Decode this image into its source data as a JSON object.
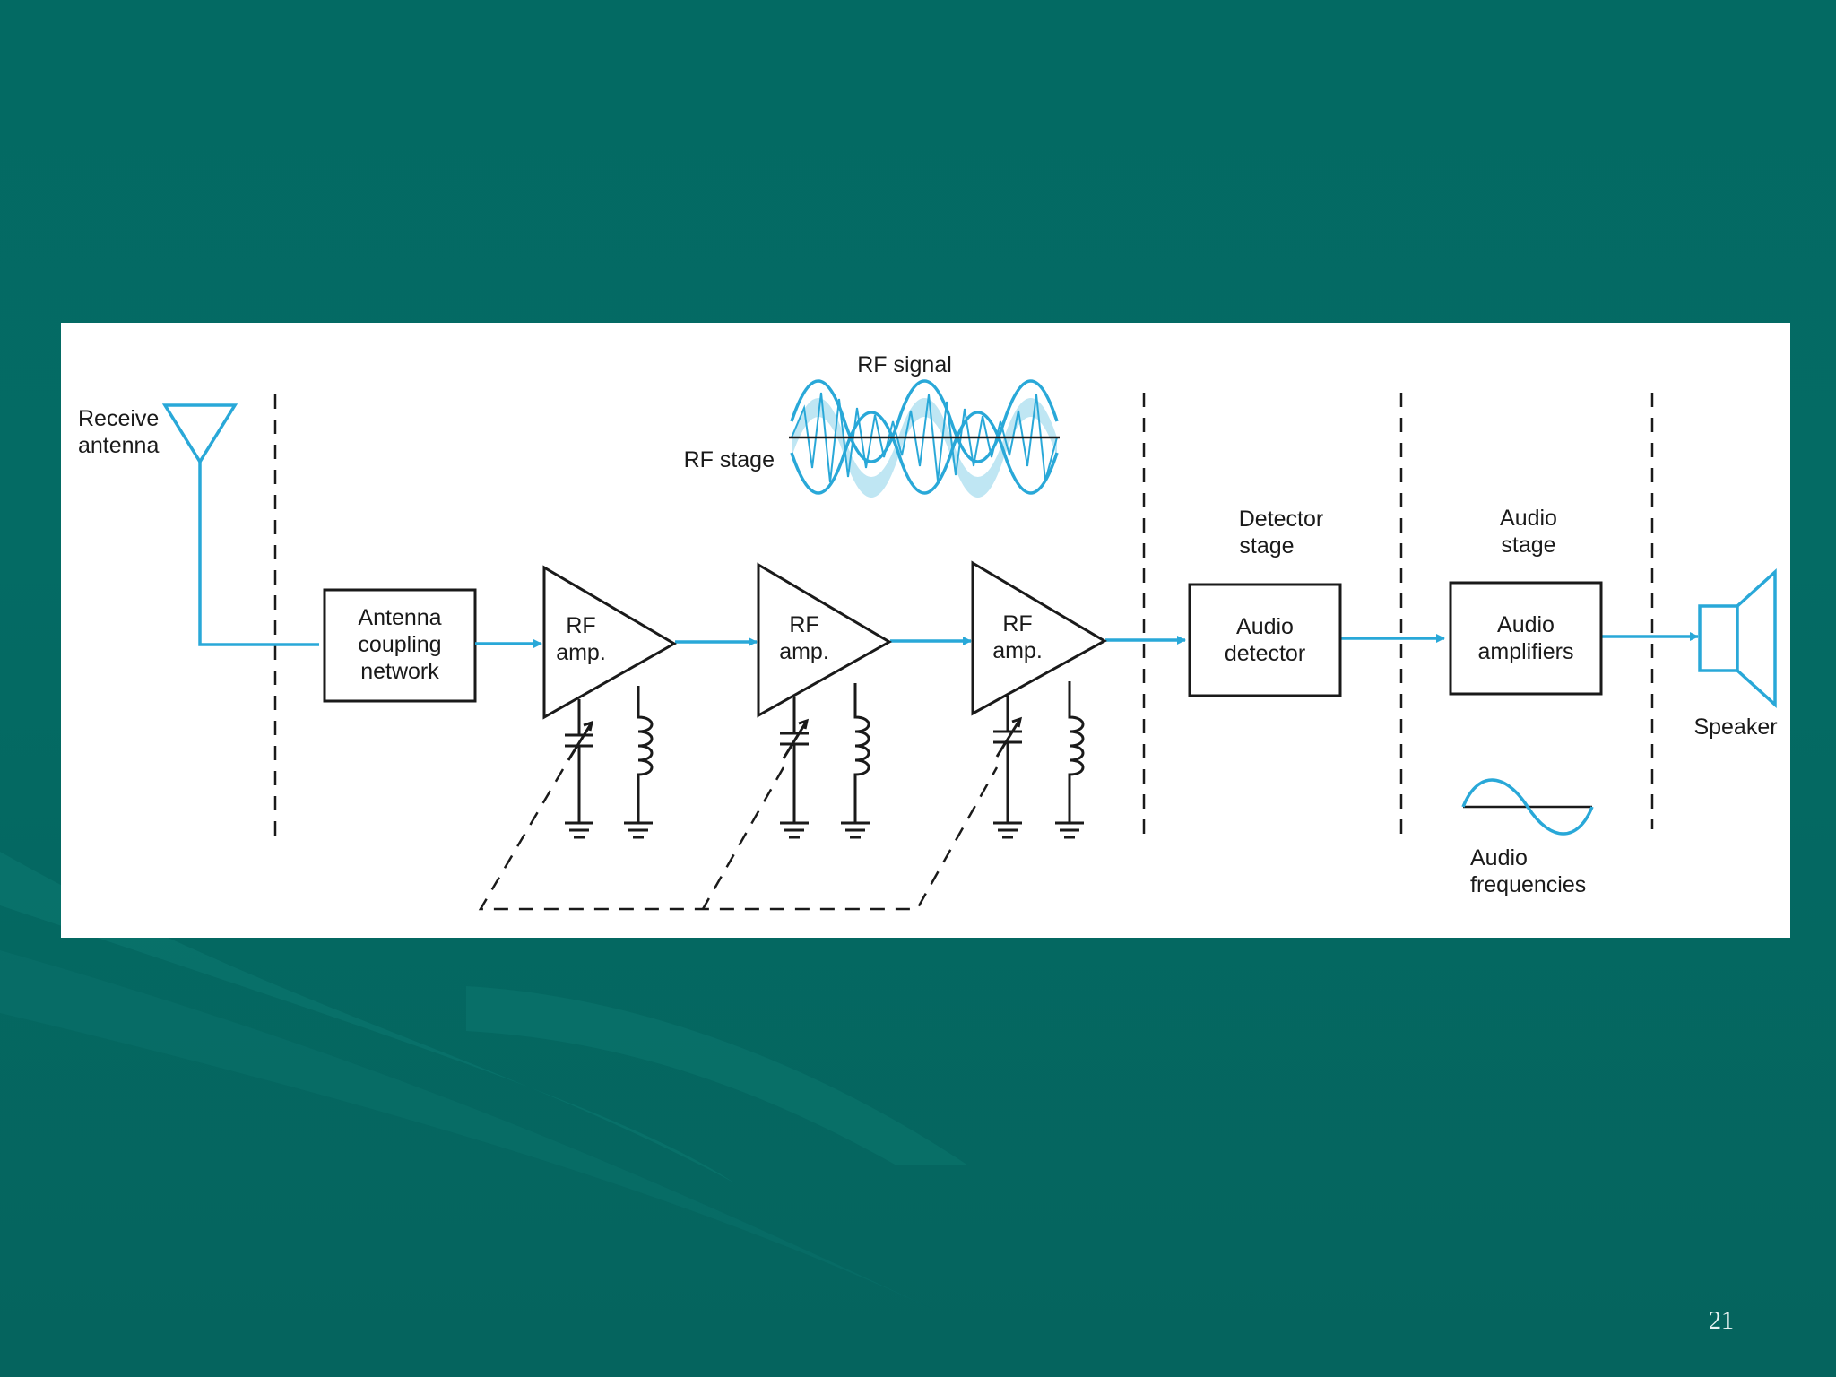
{
  "page_number": "21",
  "colors": {
    "background": "#046b64",
    "signal": "#29a8d8",
    "signal_fill": "#bfe6f3",
    "panel": "#ffffff"
  },
  "diagram": {
    "receive_antenna": [
      "Receive",
      "antenna"
    ],
    "antenna_coupling": [
      "Antenna",
      "coupling",
      "network"
    ],
    "rf_amp": [
      "RF",
      "amp."
    ],
    "rf_signal": "RF signal",
    "rf_stage": "RF stage",
    "detector_stage": [
      "Detector",
      "stage"
    ],
    "audio_detector": [
      "Audio",
      "detector"
    ],
    "audio_stage": [
      "Audio",
      "stage"
    ],
    "audio_amplifiers": [
      "Audio",
      "amplifiers"
    ],
    "speaker": "Speaker",
    "audio_frequencies": [
      "Audio",
      "frequencies"
    ]
  }
}
